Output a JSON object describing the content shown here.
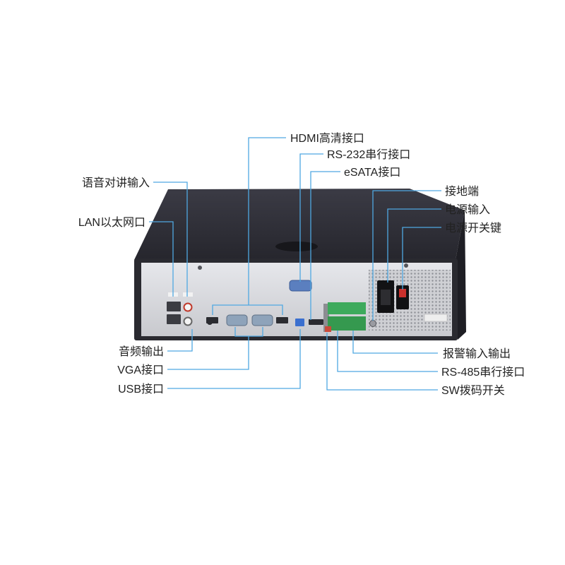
{
  "callouts": {
    "hdmi": "HDMI高清接口",
    "rs232": "RS-232串行接口",
    "esata": "eSATA接口",
    "ground": "接地端",
    "power_input": "电源输入",
    "power_switch": "电源开关键",
    "talkback_input": "语音对讲输入",
    "lan": "LAN以太网口",
    "audio_output": "音频输出",
    "vga": "VGA接口",
    "usb": "USB接口",
    "alarm_io": "报警输入输出",
    "rs485": "RS-485串行接口",
    "dip_switch": "SW拨码开关"
  },
  "colors": {
    "leader_line": "#4fa8e2",
    "chassis_top": "#2f2f37",
    "rear_panel": "#d3d4d9",
    "terminal_green": "#3daa5c",
    "port_blue": "#3a6fcf"
  }
}
